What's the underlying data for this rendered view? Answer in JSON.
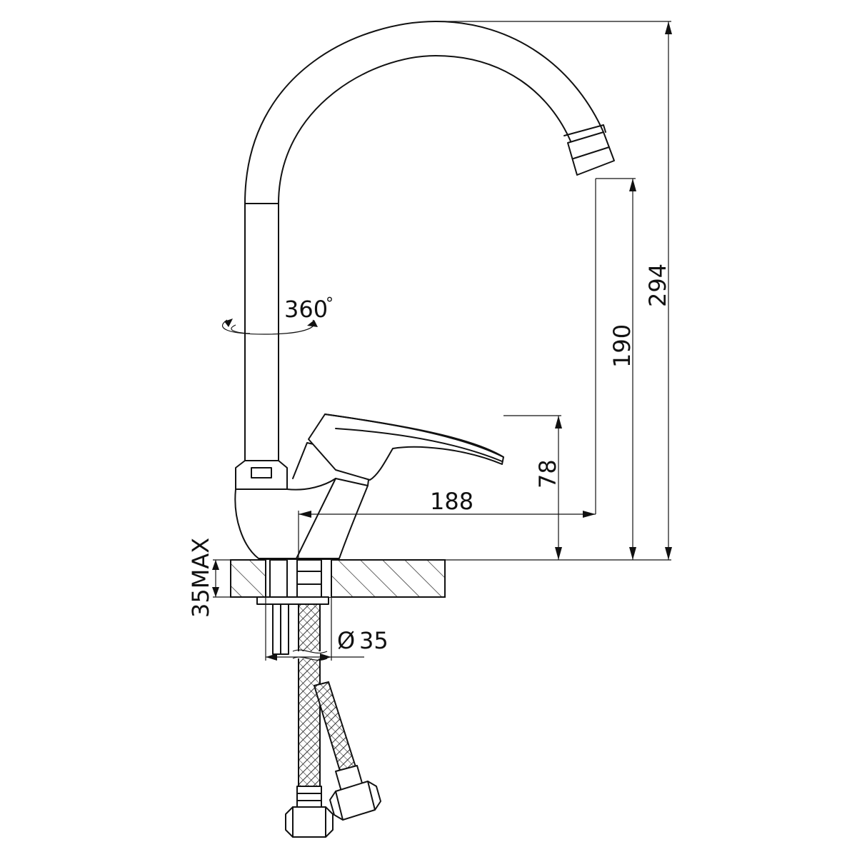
{
  "dimensions": {
    "total_height": "294",
    "spout_height": "190",
    "handle_height": "78",
    "spout_reach": "188",
    "countertop_max": "35MAX",
    "hole_diameter": "35"
  },
  "rotation": {
    "label": "360",
    "degree_symbol": "°"
  },
  "symbols": {
    "diameter": "Ø"
  },
  "colors": {
    "line": "#111111",
    "background": "#ffffff"
  }
}
